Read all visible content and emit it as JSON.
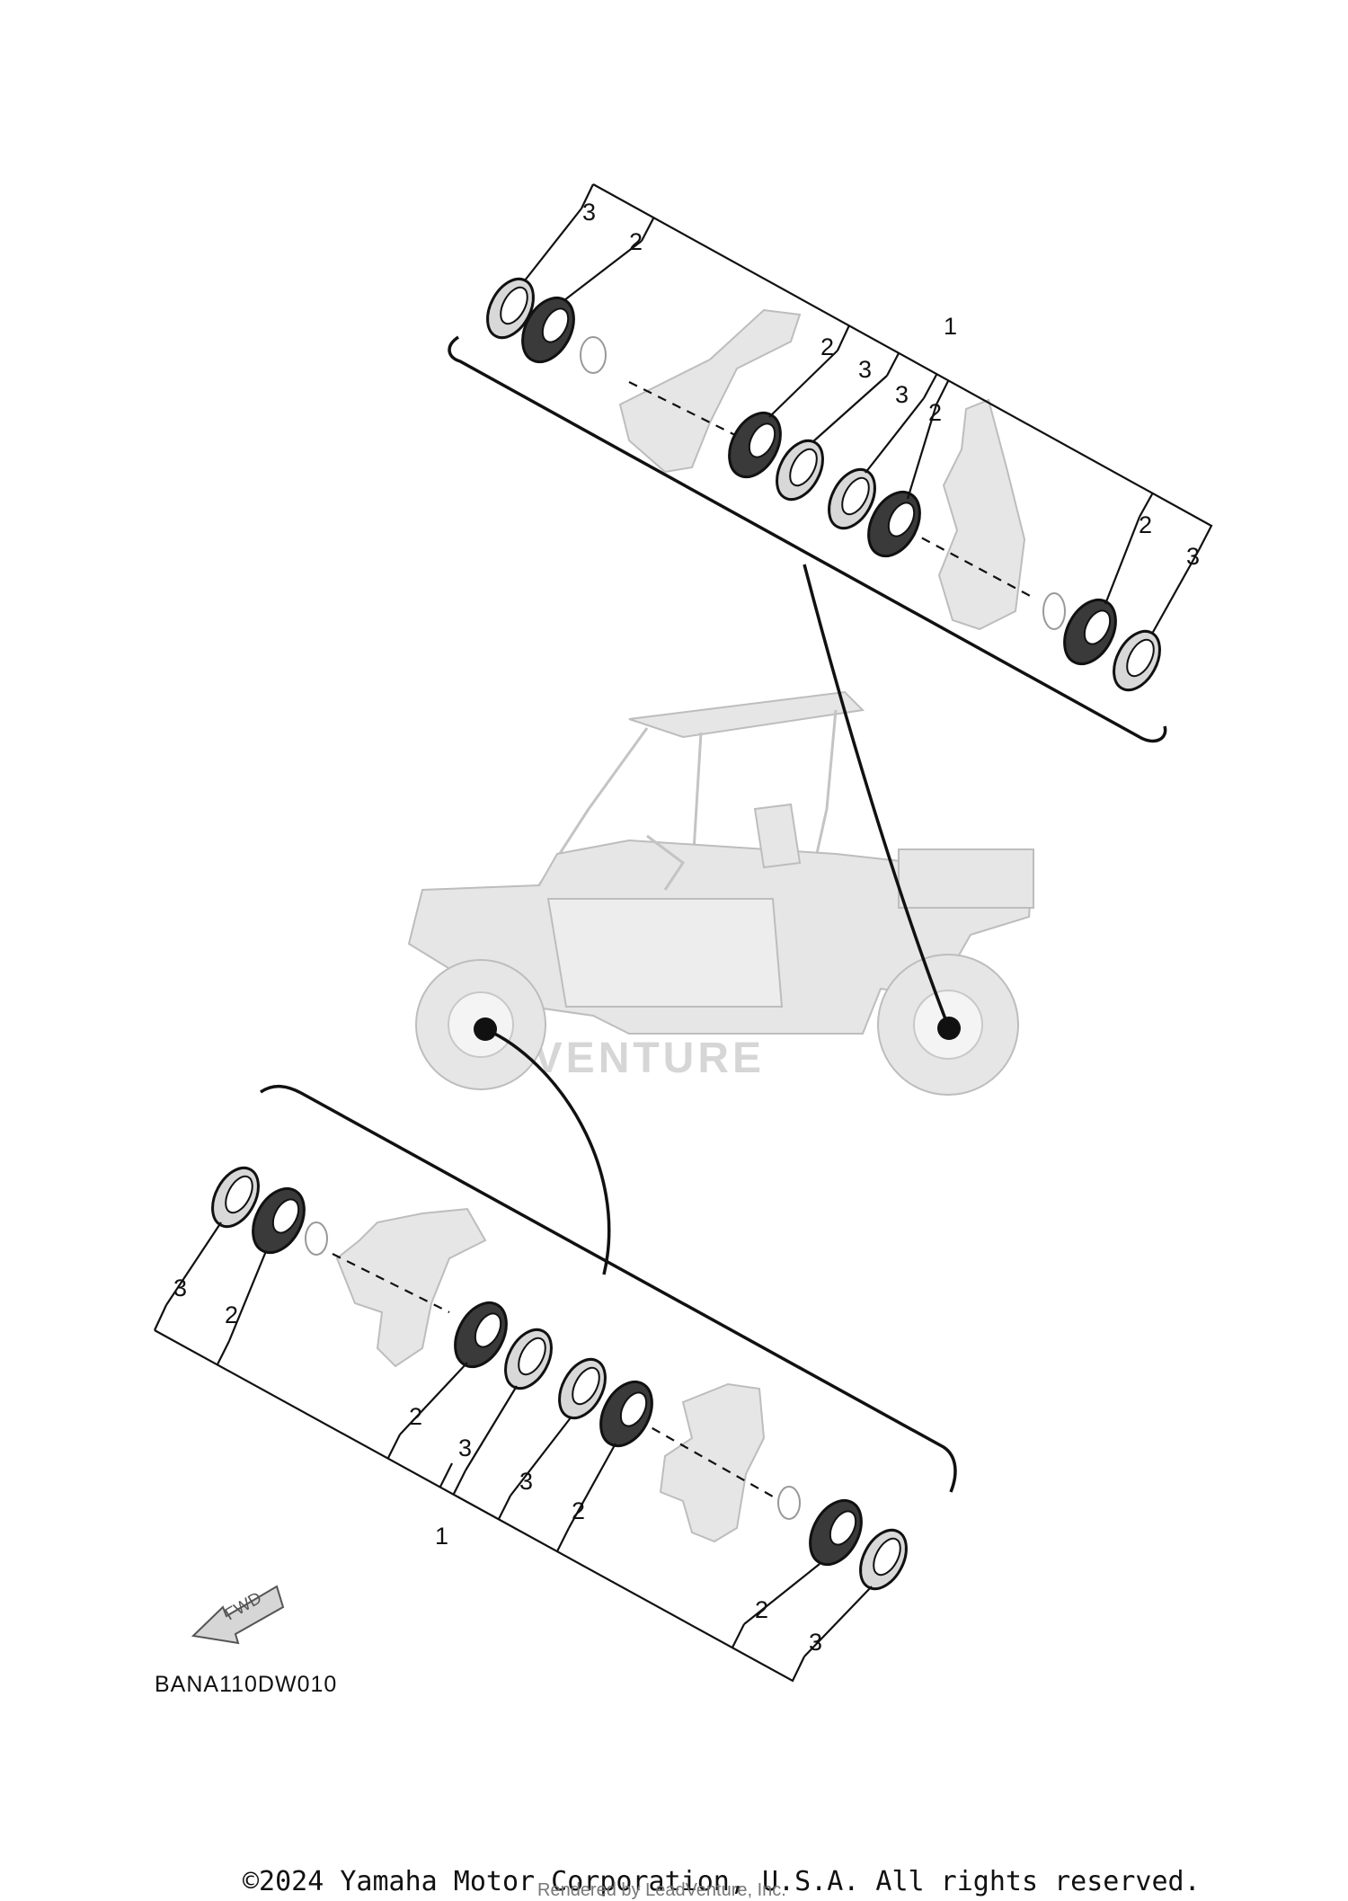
{
  "diagram": {
    "code": "BANA110DW010",
    "fwd_label": "FWD",
    "watermark": "DVENTURE",
    "copyright": "©2024 Yamaha Motor Corporation, U.S.A. All rights reserved.",
    "rendered_by": "Rendered by LeadVenture, Inc."
  },
  "callouts": {
    "rear_assembly": "1",
    "rear_bearing_left_outer": "2",
    "rear_seal_left_outer": "3",
    "rear_bearing_left_inner": "2",
    "rear_seal_left_inner": "3",
    "rear_seal_right_inner": "3",
    "rear_bearing_right_inner": "2",
    "rear_bearing_right_outer": "2",
    "rear_seal_right_outer": "3",
    "front_assembly": "1",
    "front_seal_left_outer": "3",
    "front_bearing_left_outer": "2",
    "front_bearing_left_inner": "2",
    "front_seal_left_inner": "3",
    "front_seal_right_inner": "3",
    "front_bearing_right_inner": "2",
    "front_bearing_right_outer": "2",
    "front_seal_right_outer": "3"
  },
  "colors": {
    "ink": "#111111",
    "part_fill": "#e6e6e6",
    "bearing_dark": "#3a3a3a"
  }
}
